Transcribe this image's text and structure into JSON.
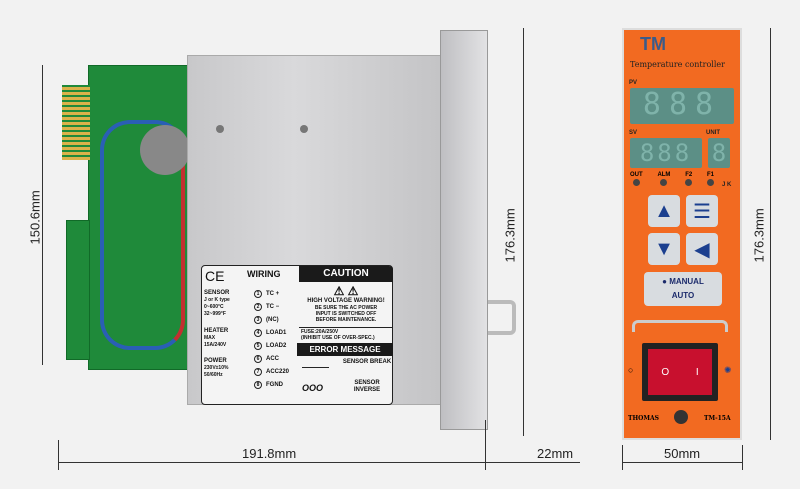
{
  "dimensions": {
    "pcb_height": "150.6mm",
    "housing_height": "176.3mm",
    "front_height": "176.3mm",
    "depth": "191.8mm",
    "flange": "22mm",
    "front_width": "50mm"
  },
  "label": {
    "ce": "CE",
    "wiring": "WIRING",
    "caution": "CAUTION",
    "sensor": "SENSOR",
    "sensor_type": "J or K type",
    "sensor_range1": "0~600°C",
    "sensor_range2": "32~999°F",
    "heater": "HEATER",
    "heater_max": "MAX",
    "heater_rating": "15A/240V",
    "power": "POWER",
    "power_v": "230V±10%",
    "power_hz": "50/60Hz",
    "terminals": [
      {
        "n": "1",
        "t": "TC +"
      },
      {
        "n": "2",
        "t": "TC −"
      },
      {
        "n": "3",
        "t": "(NC)"
      },
      {
        "n": "4",
        "t": "LOAD1"
      },
      {
        "n": "5",
        "t": "LOAD2"
      },
      {
        "n": "6",
        "t": "ACC"
      },
      {
        "n": "7",
        "t": "ACC220"
      },
      {
        "n": "8",
        "t": "FGND"
      }
    ],
    "warning_title": "HIGH VOLTAGE WARNING!",
    "warning_1": "BE SURE THE AC POWER",
    "warning_2": "INPUT IS SWITCHED OFF",
    "warning_3": "BEFORE MAINTENANCE.",
    "fuse": "FUSE:20A/250V",
    "fuse_note": "(INHIBIT USE OF OVER-SPEC.)",
    "error_title": "ERROR MESSAGE",
    "err1_code": "———",
    "err1_msg": "SENSOR BREAK",
    "err2_code": "OOO",
    "err2_msg": "SENSOR INVERSE"
  },
  "controller": {
    "logo": "TM",
    "title": "Temperature controller",
    "pv": "PV",
    "sv": "SV",
    "unit": "UNIT",
    "pv_digits": "888",
    "sv_digits": "888",
    "unit_digit": "8",
    "leds": [
      "OUT",
      "ALM",
      "F2",
      "F1"
    ],
    "jk": "J K",
    "manual": "MANUAL",
    "auto": "AUTO",
    "brand": "THOMAS",
    "model": "TM-15A",
    "switch_off": "O",
    "switch_on": "I"
  },
  "colors": {
    "orange": "#f26a21",
    "pcb": "#1f8a3a"
  }
}
